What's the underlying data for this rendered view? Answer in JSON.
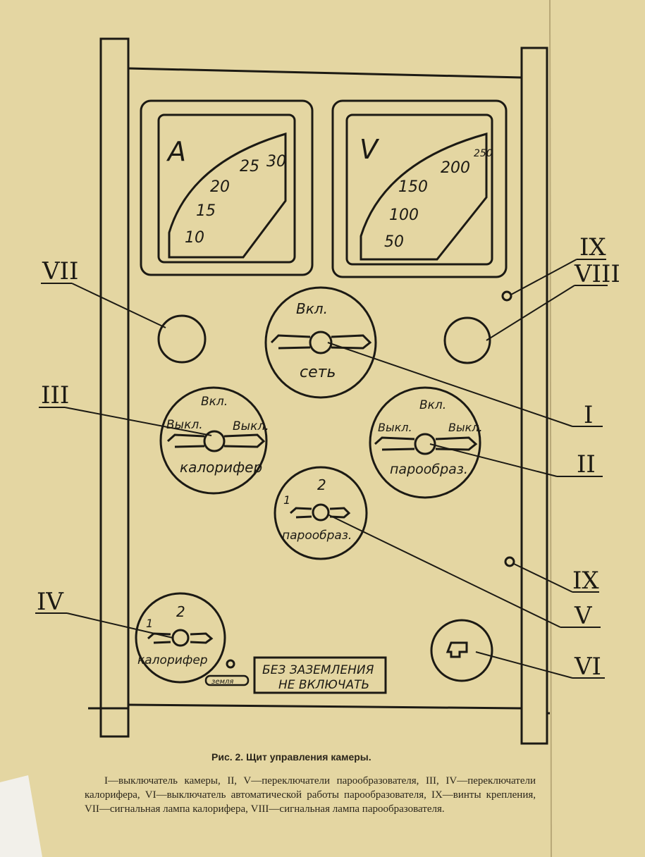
{
  "meters": {
    "ammeter": {
      "unit": "A",
      "ticks": [
        "10",
        "15",
        "20",
        "25",
        "30"
      ]
    },
    "voltmeter": {
      "unit": "V",
      "ticks": [
        "50",
        "100",
        "150",
        "200",
        "250"
      ]
    }
  },
  "switches": {
    "network": {
      "top": "Вкл.",
      "bottom": "сеть"
    },
    "heater": {
      "top": "Вкл.",
      "left": "Выкл.",
      "right": "Выкл.",
      "bottom": "калорифер"
    },
    "steam": {
      "top": "Вкл.",
      "left": "Выкл.",
      "right": "Выкл.",
      "bottom": "парообраз."
    },
    "steam_mode": {
      "pos1": "1",
      "pos2": "2",
      "bottom": "парообраз."
    },
    "heater_mode": {
      "pos1": "1",
      "pos2": "2",
      "bottom": "калорифер"
    }
  },
  "ground_label": "земля",
  "warning": {
    "line1": "БЕЗ ЗАЗЕМЛЕНИЯ",
    "line2": "НЕ ВКЛЮЧАТЬ"
  },
  "callouts": [
    "I",
    "II",
    "III",
    "IV",
    "V",
    "VI",
    "VII",
    "VIII",
    "IX",
    "IX"
  ],
  "caption": "Рис. 2. Щит управления камеры.",
  "legend": "I—выключатель камеры, II, V—переключатели парообразователя, III, IV—переключатели калорифера, VI—выключатель автоматической работы парообразователя, IX—винты крепления, VII—сигнальная лампа калорифера, VIII—сигнальная лампа парообразователя."
}
